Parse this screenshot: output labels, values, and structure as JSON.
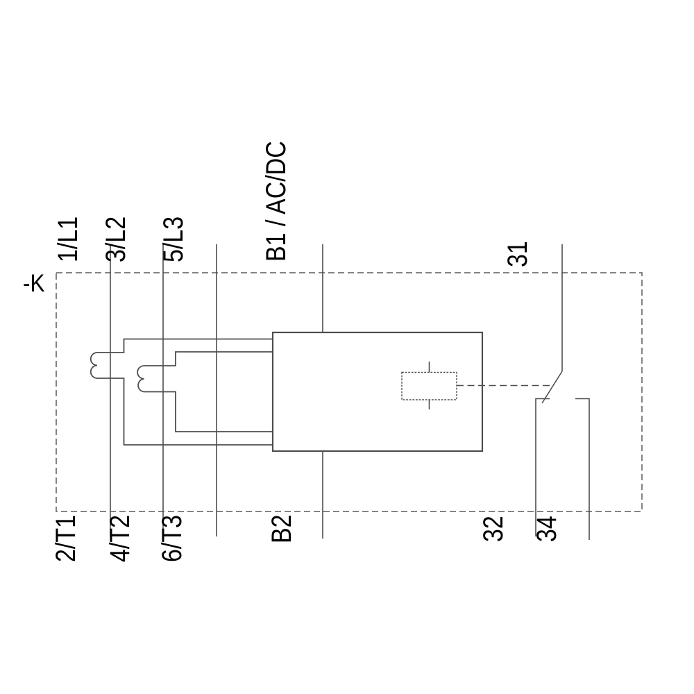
{
  "diagram": {
    "device_tag": "-K",
    "power_terminals": {
      "inputs": [
        "1/L1",
        "3/L2",
        "5/L3"
      ],
      "outputs": [
        "2/T1",
        "4/T2",
        "6/T3"
      ]
    },
    "supply_terminals": {
      "input": "B1 / AC/DC",
      "output": "B2"
    },
    "aux_terminals": {
      "common": "31",
      "nc": "32",
      "no": "34"
    },
    "colors": {
      "line": "#4d4d4d",
      "dashed_boundary": "#5a5a5a",
      "light_dotted": "#9a9a9a",
      "text": "#000000",
      "background": "#ffffff"
    }
  }
}
